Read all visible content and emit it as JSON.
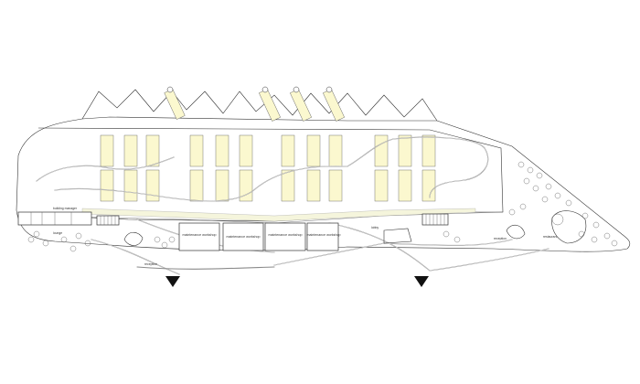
{
  "plan": {
    "labels": {
      "building_manager": "building manager",
      "lounge": "lounge",
      "reception": "reception",
      "maintenance_1": "maintenance workshop",
      "maintenance_2": "maintenance workshop",
      "maintenance_3": "maintenance workshop",
      "maintenance_4": "maintenance workshop",
      "lobby": "lobby",
      "reception_east": "reception",
      "restaurant": "restaurant"
    },
    "colors": {
      "bed_fill": "#fbf8cf",
      "line": "#333333",
      "route": "#8a8a8a",
      "marker": "#111111"
    }
  }
}
